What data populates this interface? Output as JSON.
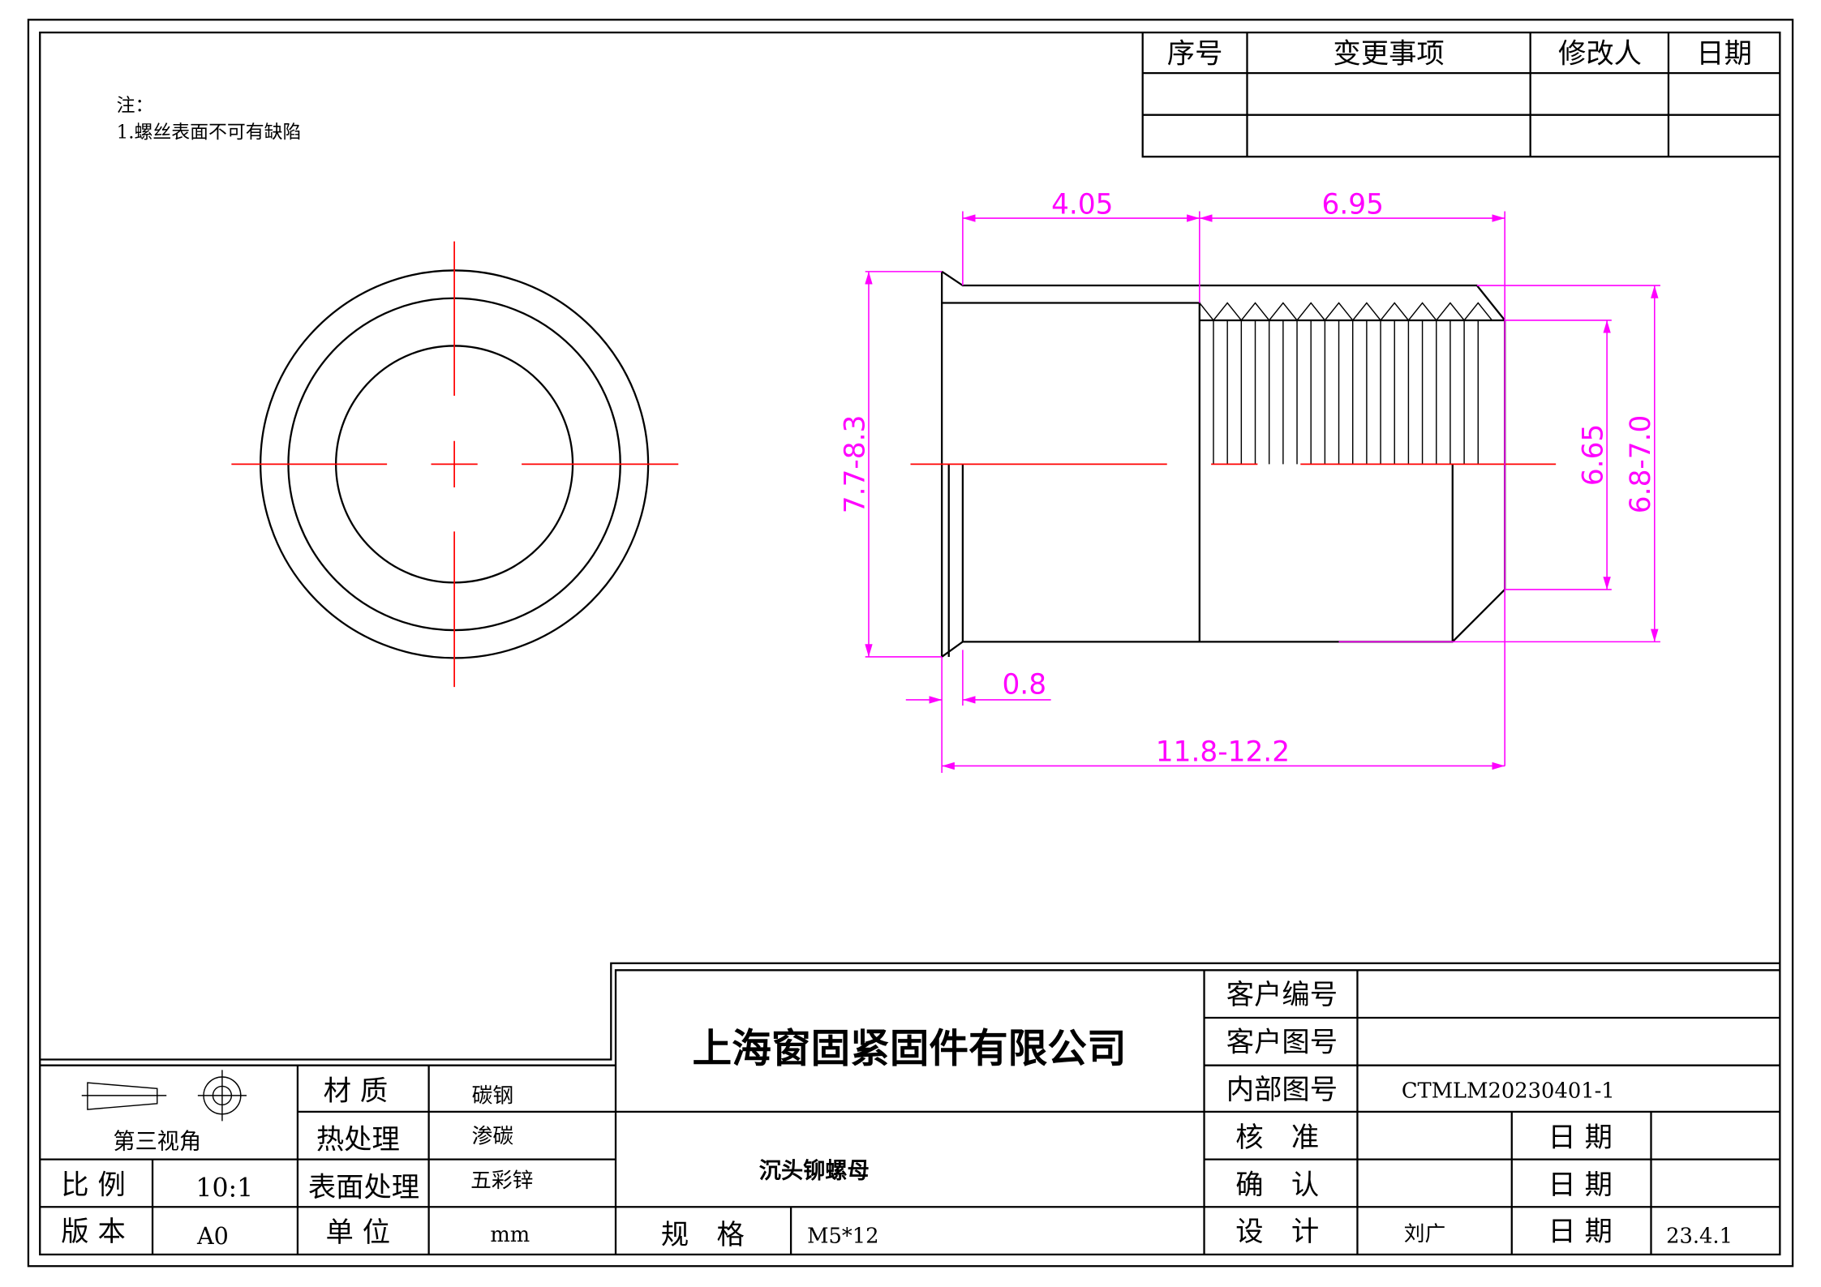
{
  "notes": {
    "title": "注：",
    "items": [
      "1.螺丝表面不可有缺陷"
    ]
  },
  "revision_table": {
    "headers": [
      "序号",
      "变更事项",
      "修改人",
      "日期"
    ]
  },
  "dimensions": {
    "head_length": "4.05",
    "knurl_length": "6.95",
    "flange_dia": "7.7-8.3",
    "flange_thk": "0.8",
    "total_length": "11.8-12.2",
    "thread_dia": "6.65",
    "body_dia": "6.8-7.0"
  },
  "title_block": {
    "company": "上海窗固紧固件有限公司",
    "product": "沉头铆螺母",
    "projection": "第三视角",
    "material_label": "材 质",
    "material": "碳钢",
    "heat_label": "热处理",
    "heat": "渗碳",
    "surface_label": "表面处理",
    "surface": "五彩锌",
    "scale_label": "比 例",
    "scale": "10:1",
    "version_label": "版 本",
    "version": "A0",
    "unit_label": "单 位",
    "unit": "mm",
    "spec_label": "规　格",
    "spec": "M5*12",
    "cust_no_label": "客户编号",
    "cust_no": "",
    "cust_dwg_label": "客户图号",
    "cust_dwg": "",
    "int_dwg_label": "内部图号",
    "int_dwg": "CTMLM20230401-1",
    "approve_label": "核　准",
    "confirm_label": "确　认",
    "design_label": "设　计",
    "designer": "刘广",
    "date_label": "日 期",
    "design_date": "23.4.1"
  },
  "colors": {
    "dimension": "#ff00ff",
    "centerline": "#ff0000"
  }
}
